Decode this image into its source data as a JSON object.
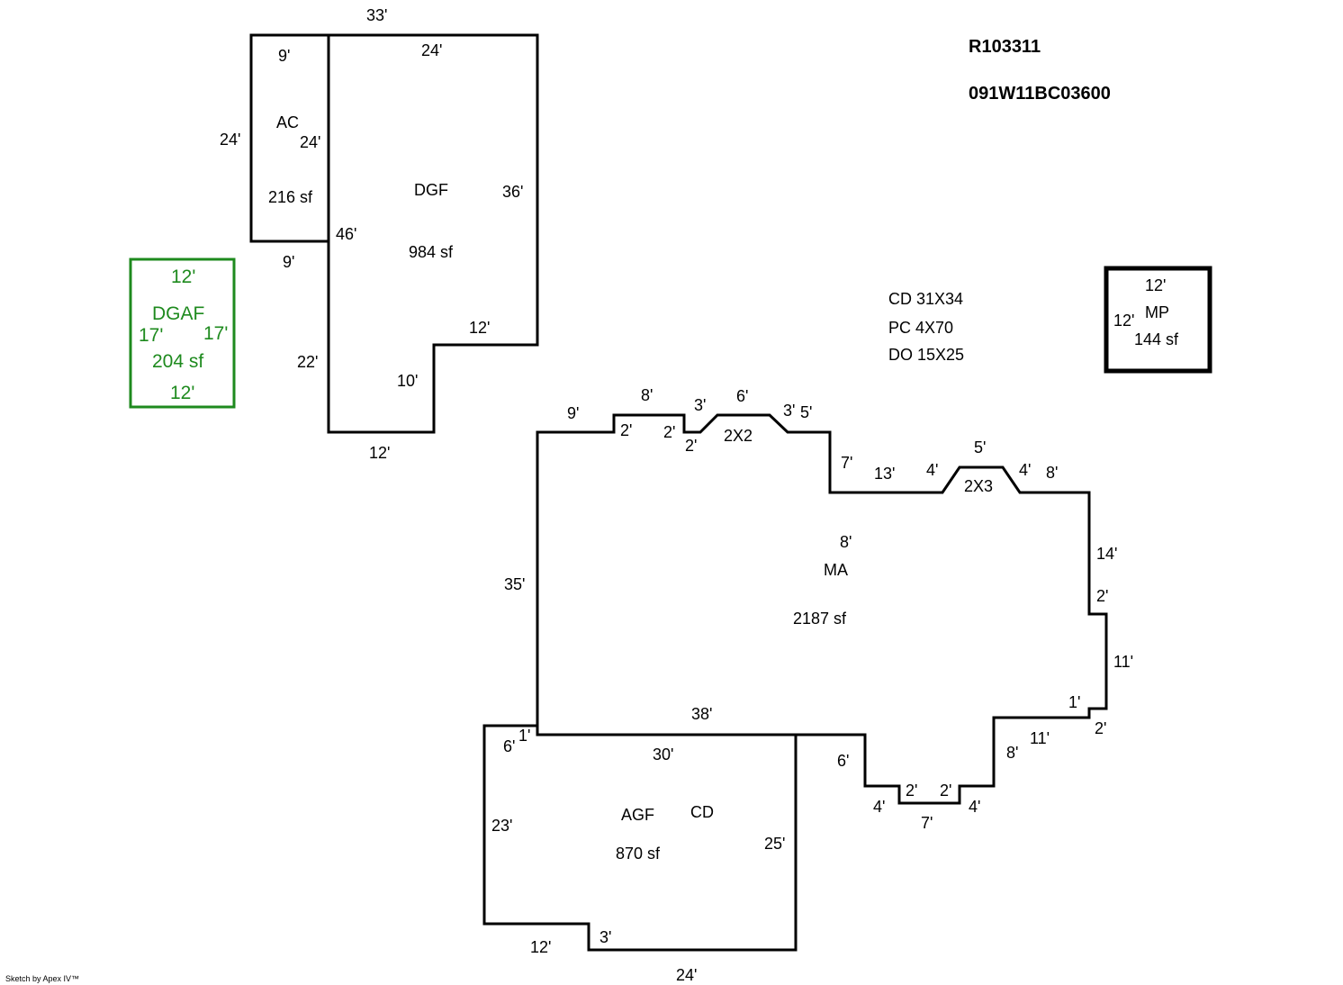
{
  "header": {
    "account": "R103311",
    "map_number": "091W11BC03600"
  },
  "notes": {
    "cd": "CD  31X34",
    "pc": "PC  4X70",
    "do": "DO  15X25"
  },
  "areas": {
    "ac": {
      "name": "AC",
      "area": "216 sf",
      "dims": [
        "33'",
        "9'",
        "24'",
        "24'",
        "9'"
      ]
    },
    "dgf": {
      "name": "DGF",
      "area": "984 sf",
      "dims": [
        "24'",
        "36'",
        "46'",
        "12'",
        "10'",
        "22'",
        "12'"
      ]
    },
    "dgaf": {
      "name": "DGAF",
      "area": "204 sf",
      "dims": [
        "12'",
        "17'",
        "17'",
        "12'"
      ]
    },
    "mp": {
      "name": "MP",
      "area": "144 sf",
      "dims": [
        "12'",
        "12'"
      ]
    },
    "ma": {
      "name": "MA",
      "area": "2187 sf",
      "bay1": "2X2",
      "bay2": "2X3",
      "dims": [
        "9'",
        "8'",
        "2'",
        "2'",
        "3'",
        "2'",
        "6'",
        "3'",
        "5'",
        "7'",
        "13'",
        "4'",
        "5'",
        "4'",
        "8'",
        "14'",
        "2'",
        "11'",
        "1'",
        "2'",
        "11'",
        "8'",
        "4'",
        "2'",
        "2'",
        "7'",
        "4'",
        "6'",
        "38'",
        "35'",
        "8'"
      ]
    },
    "agf": {
      "name": "AGF",
      "area": "870 sf",
      "tag": "CD",
      "dims": [
        "30'",
        "6'",
        "1'",
        "23'",
        "25'",
        "12'",
        "3'",
        "24'"
      ]
    }
  },
  "footer": {
    "credit": "Sketch by Apex IV™"
  }
}
